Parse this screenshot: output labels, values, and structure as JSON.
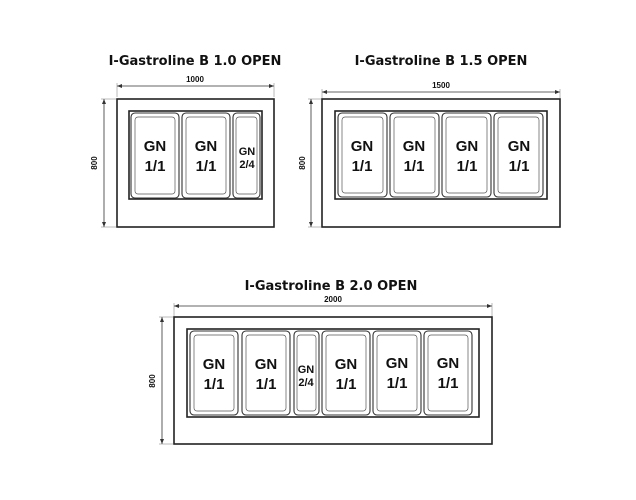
{
  "colors": {
    "line": "#222222",
    "background": "#ffffff"
  },
  "units": [
    {
      "title": "I-Gastroline B 1.0 OPEN",
      "width": "1000",
      "height": "800",
      "pans": [
        {
          "line1": "GN",
          "line2": "1/1"
        },
        {
          "line1": "GN",
          "line2": "1/1"
        },
        {
          "line1": "GN",
          "line2": "2/4"
        }
      ]
    },
    {
      "title": "I-Gastroline B 1.5 OPEN",
      "width": "1500",
      "height": "800",
      "pans": [
        {
          "line1": "GN",
          "line2": "1/1"
        },
        {
          "line1": "GN",
          "line2": "1/1"
        },
        {
          "line1": "GN",
          "line2": "1/1"
        },
        {
          "line1": "GN",
          "line2": "1/1"
        }
      ]
    },
    {
      "title": "I-Gastroline B 2.0 OPEN",
      "width": "2000",
      "height": "800",
      "pans": [
        {
          "line1": "GN",
          "line2": "1/1"
        },
        {
          "line1": "GN",
          "line2": "1/1"
        },
        {
          "line1": "GN",
          "line2": "2/4"
        },
        {
          "line1": "GN",
          "line2": "1/1"
        },
        {
          "line1": "GN",
          "line2": "1/1"
        },
        {
          "line1": "GN",
          "line2": "1/1"
        }
      ]
    }
  ]
}
